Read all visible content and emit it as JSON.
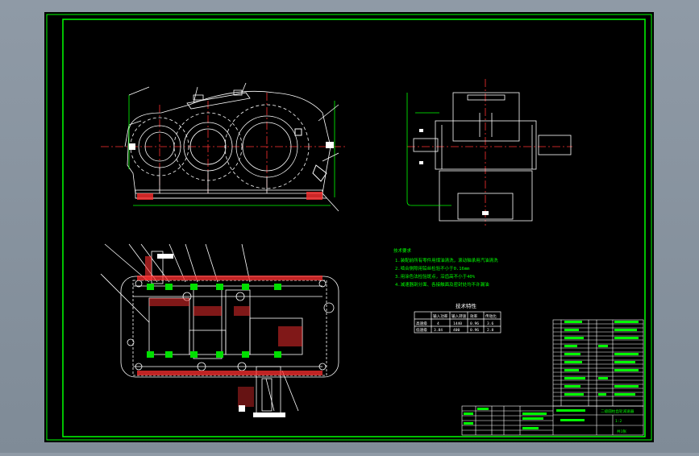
{
  "colors": {
    "background": "#8f9aa6",
    "paper": "#000000",
    "border": "#00ff00",
    "lines": "#ffffff",
    "cut": "#ff3030",
    "dims": "#00ff00",
    "text": "#00ff00",
    "fill": "#00e000",
    "center": "#ff3030"
  },
  "notes": {
    "heading": "技术要求",
    "line1": "1.装配前所有零件用煤油清洗，滚动轴承用汽油清洗",
    "line2": "2.啮合侧隙用铅丝检验不小于0.16mm",
    "line3": "3.用涂色法检验斑点，沿齿高不小于40%",
    "line4": "4.减速器剖分面、各接触面及密封处均不许漏油"
  },
  "spec_table": {
    "title": "技术特性",
    "headers": [
      "",
      "输入功率",
      "输入转速",
      "效率",
      "传动比"
    ],
    "rows": [
      [
        "高速级",
        "4",
        "1440",
        "0.96",
        "3.6"
      ],
      [
        "低速级",
        "3.84",
        "400",
        "0.96",
        "2.8"
      ]
    ]
  },
  "title_block": {
    "name": "二级圆柱齿轮减速器",
    "scale": "1:2",
    "sheet": "共1张"
  }
}
